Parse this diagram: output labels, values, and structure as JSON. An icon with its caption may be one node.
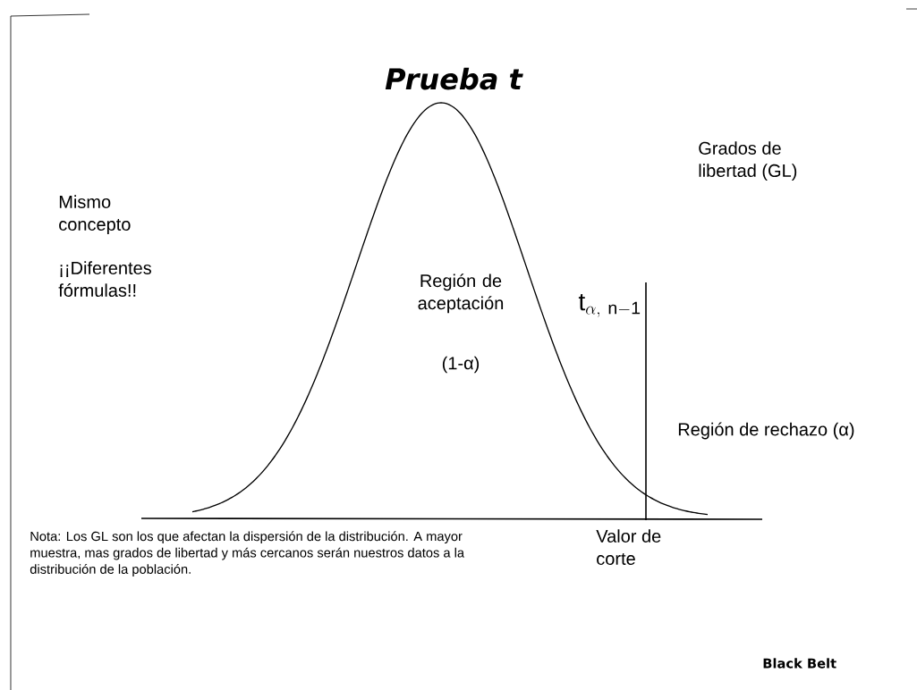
{
  "diagram": {
    "title": "Prueba t",
    "labels": [
      "Grados de libertad (GL)",
      "Mismo concepto",
      "¡¡Diferentes fórmulas!!",
      "\\mathrm{t}_{\\alpha,\\ \\mathrm{n-1}}",
      "Región de aceptación",
      "(1-α)",
      "Región de rechazo (α)",
      "Nota: Los GL son los que afectan la dispersión de la distribución. A mayor muestra, mas grados de libertad y más cercanos serán nuestros datos a la distribución de la población.",
      "Valor de corte",
      "Black Belt"
    ]
  }
}
